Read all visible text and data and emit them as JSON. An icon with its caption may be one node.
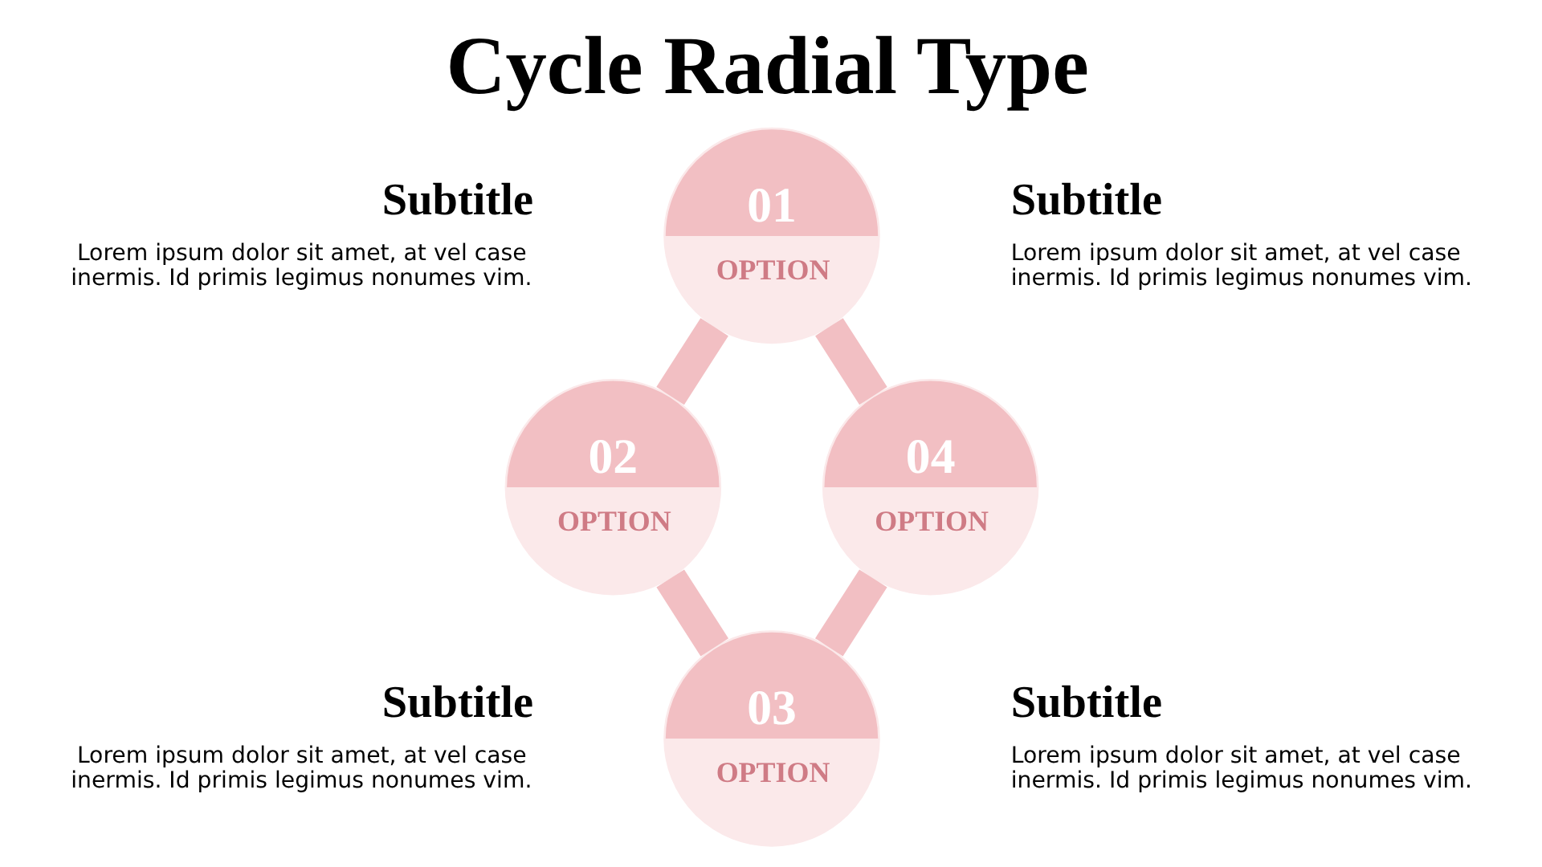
{
  "diagram": {
    "title": "Cycle Radial Type",
    "nodes": [
      {
        "text": [
          "01",
          "OPTION"
        ]
      },
      {
        "text": [
          "02",
          "OPTION"
        ]
      },
      {
        "text": [
          "04",
          "OPTION"
        ]
      },
      {
        "text": [
          "03",
          "OPTION"
        ]
      }
    ],
    "edges": [
      {
        "from": 0,
        "to": 1,
        "arrow": "none"
      },
      {
        "from": 0,
        "to": 2,
        "arrow": "none"
      },
      {
        "from": 1,
        "to": 3,
        "arrow": "none"
      },
      {
        "from": 2,
        "to": 3,
        "arrow": "none"
      }
    ],
    "labels": [
      "Subtitle",
      "Lorem ipsum dolor sit amet, at vel case inermis. Id primis legimus nonumes vim.",
      "Subtitle",
      "Lorem ipsum dolor sit amet, at vel case inermis. Id primis legimus nonumes vim.",
      "Subtitle",
      "Lorem ipsum dolor sit amet, at vel case inermis. Id primis legimus nonumes vim.",
      "Subtitle",
      "Lorem ipsum dolor sit amet, at vel case inermis. Id primis legimus nonumes vim."
    ]
  }
}
